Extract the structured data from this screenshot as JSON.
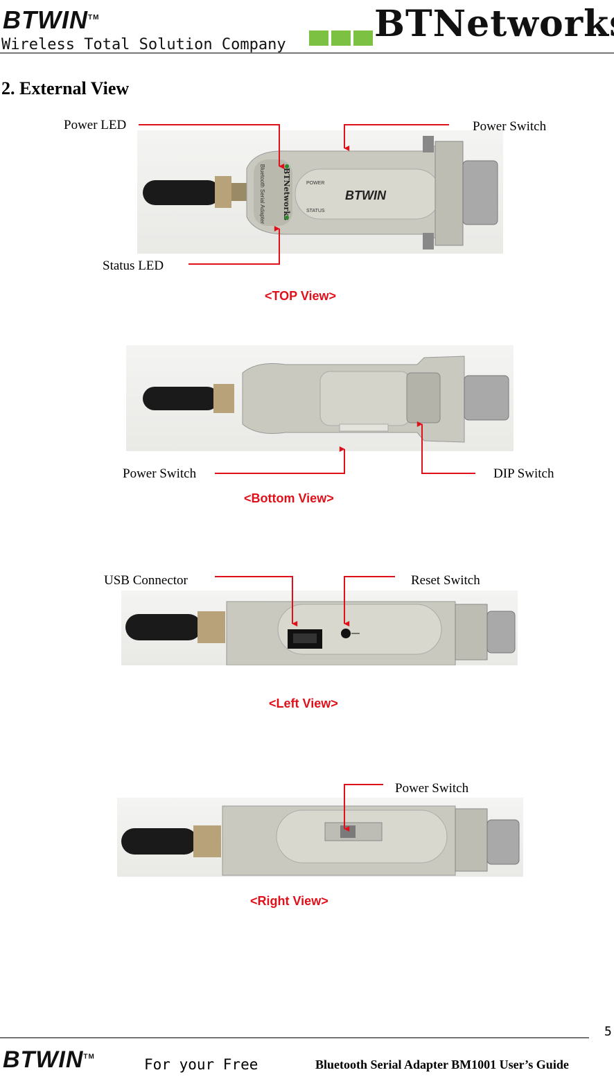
{
  "header": {
    "logo_text": "BTWIN",
    "logo_tm": "TM",
    "tagline": "Wireless Total Solution Company",
    "brand": "BTNetworks"
  },
  "section_title": "2. External View",
  "views": {
    "top": {
      "caption": "<TOP View>",
      "labels": {
        "power_led": "Power LED",
        "power_switch": "Power Switch",
        "status_led": "Status LED"
      },
      "device_text": {
        "vertical_brand": "BTNetworks",
        "vertical_sub": "Bluetooth Serial Adapter",
        "logo": "BTWIN",
        "power": "POWER",
        "status": "STATUS"
      }
    },
    "bottom": {
      "caption": "<Bottom View>",
      "labels": {
        "power_switch": "Power Switch",
        "dip_switch": "DIP Switch"
      }
    },
    "left": {
      "caption": "<Left View>",
      "labels": {
        "usb_connector": "USB Connector",
        "reset_switch": "Reset Switch"
      }
    },
    "right": {
      "caption": "<Right View>",
      "labels": {
        "power_switch": "Power Switch"
      }
    }
  },
  "footer": {
    "page_number": "5",
    "logo_text": "BTWIN",
    "logo_tm": "TM",
    "slogan": "For your Free",
    "guide_title": "Bluetooth Serial Adapter BM1001 User’s Guide"
  },
  "colors": {
    "accent_red": "#e0101a",
    "brand_green": "#7cc142",
    "device_gray": "#c9c9bf"
  }
}
